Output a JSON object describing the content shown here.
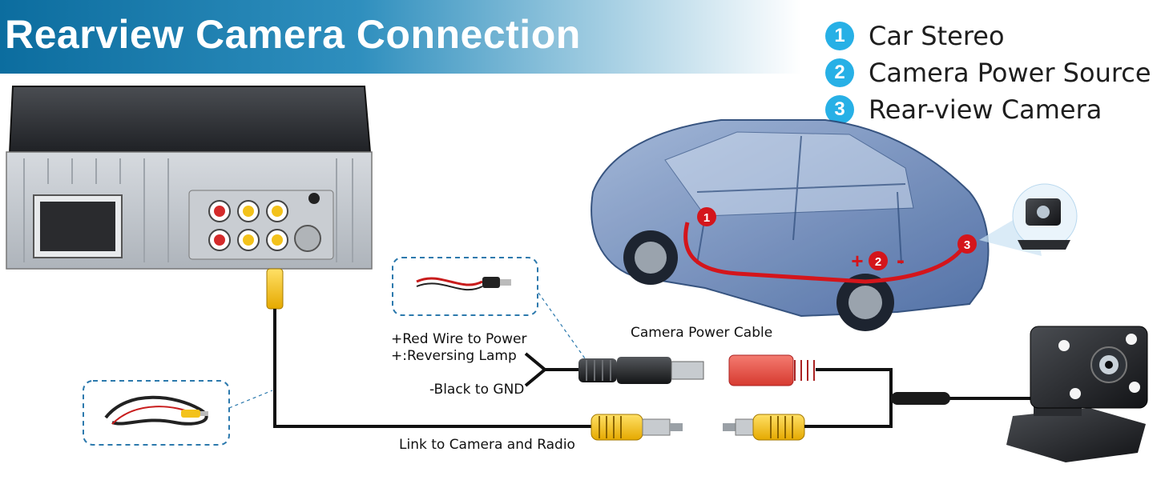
{
  "header": {
    "title": "Rearview Camera Connection"
  },
  "legend": [
    {
      "number": "1",
      "label": "Car Stereo"
    },
    {
      "number": "2",
      "label": "Camera Power Source"
    },
    {
      "number": "3",
      "label": "Rear-view Camera"
    }
  ],
  "labels": {
    "camera_power_cable": "Camera Power Cable",
    "red_wire": "+Red Wire to Power",
    "reversing_lamp": "+:Reversing Lamp",
    "black_gnd": "-Black to GND",
    "link": "Link to Camera and Radio"
  },
  "car_markers": [
    "1",
    "2",
    "3"
  ],
  "polarity": {
    "plus": "+",
    "minus": "-"
  },
  "colors": {
    "accent_blue": "#27b0e6",
    "banner_dark": "#0c6d9f",
    "rca_yellow": "#f3c21b",
    "power_red": "#e0453e",
    "car_blue": "#5474a8",
    "route_red": "#d4151b"
  }
}
